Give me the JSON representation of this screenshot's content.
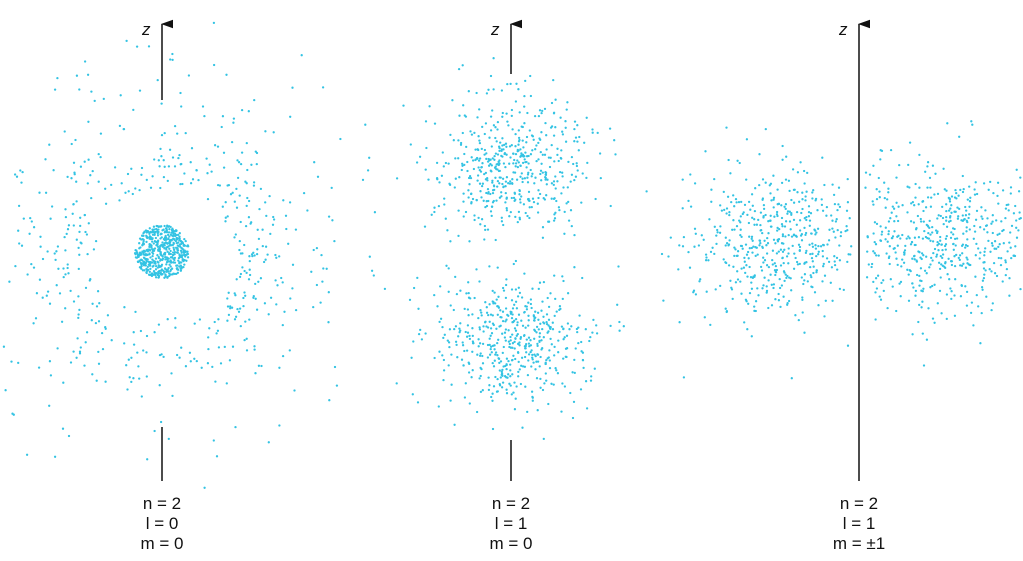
{
  "axis_label": "z",
  "dot_color": "#33c3e3",
  "panels": [
    {
      "id": "2s",
      "n": "2",
      "l": "0",
      "m": "0",
      "n_text": "n = 2",
      "l_text": "l = 0",
      "m_text": "m = 0"
    },
    {
      "id": "2p0",
      "n": "2",
      "l": "1",
      "m": "0",
      "n_text": "n = 2",
      "l_text": "l = 1",
      "m_text": "m = 0"
    },
    {
      "id": "2p1",
      "n": "2",
      "l": "1",
      "m": "±1",
      "n_text": "n = 2",
      "l_text": "l = 1",
      "m_text": "m = ±1"
    }
  ]
}
